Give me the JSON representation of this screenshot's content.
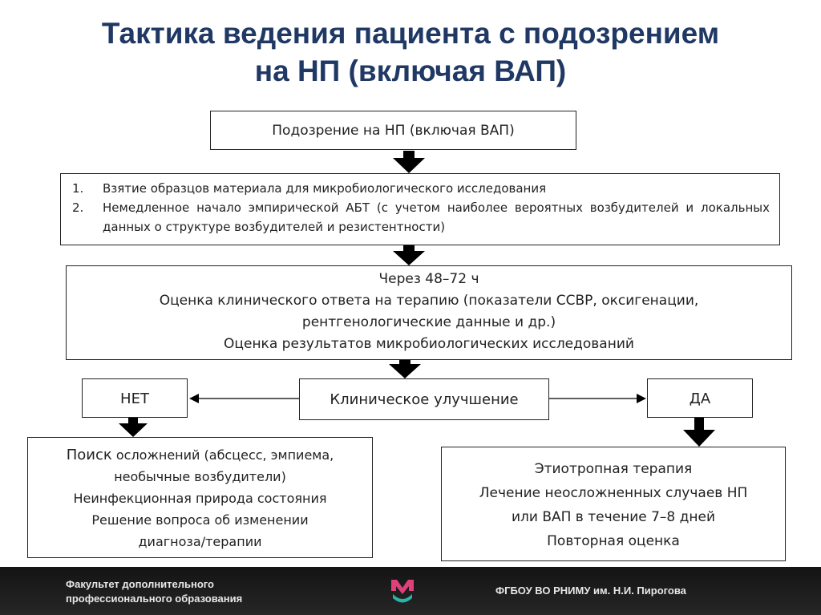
{
  "title": {
    "line1": "Тактика ведения пациента с подозрением",
    "line2": "на НП (включая ВАП)"
  },
  "boxes": {
    "suspicion": "Подозрение на НП (включая ВАП)",
    "steps": [
      {
        "num": "1.",
        "text": "Взятие образцов материала для микробиологического исследования"
      },
      {
        "num": "2.",
        "text": "Немедленное начало эмпирической АБТ (с учетом наиболее вероятных возбудителей и локальных данных о структуре возбудителей и резистентности)"
      }
    ],
    "assessment": [
      "Через 48–72 ч",
      "Оценка клинического ответа на терапию (показатели ССВР, оксигенации,",
      "рентгенологические данные и др.)",
      "Оценка результатов микробиологических исследований"
    ],
    "no": "НЕТ",
    "improvement": "Клиническое улучшение",
    "yes": "ДА",
    "no_actions": {
      "search_word": "Поиск",
      "line1_rest": " осложнений (абсцесс, эмпиема,",
      "line2": "необычные возбудители)",
      "line3": "Неинфекционная природа состояния",
      "line4": "Решение вопроса об изменении",
      "line5": "диагноза/терапии"
    },
    "yes_actions": [
      "Этиотропная терапия",
      "Лечение неосложненных случаев НП",
      "или ВАП в течение 7–8 дней",
      "Повторная оценка"
    ]
  },
  "footer": {
    "left_line1": "Факультет дополнительного",
    "left_line2": "профессионального образования",
    "right": "ФГБОУ ВО РНИМУ им. Н.И. Пирогова"
  },
  "colors": {
    "title": "#1f3864",
    "footer_bg": "#1c1c1c",
    "logo_pink": "#e0407a",
    "logo_teal": "#2ab3a6"
  }
}
